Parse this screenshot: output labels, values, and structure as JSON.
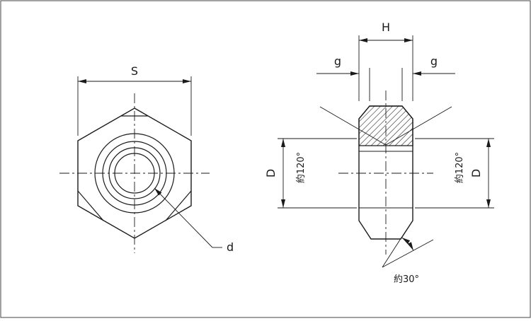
{
  "front_view": {
    "dim_s": "S",
    "label_d": "d"
  },
  "side_view": {
    "dim_h": "H",
    "dim_g_left": "g",
    "dim_g_right": "g",
    "dim_d_left": "D",
    "dim_d_right": "D",
    "angle_left": "約120°",
    "angle_right": "約120°",
    "angle_bottom": "約30°"
  },
  "colors": {
    "line": "#1a1a1a",
    "background": "#ffffff"
  }
}
